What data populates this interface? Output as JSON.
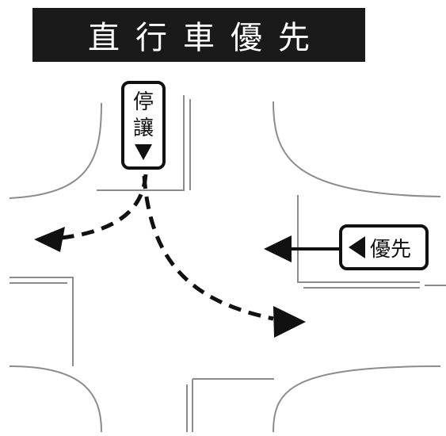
{
  "title": "直行車優先",
  "stop_yield_sign": {
    "line1": "停",
    "line2": "讓",
    "arrow_icon": "down-triangle-icon"
  },
  "priority_sign": {
    "text": "優先",
    "arrow_icon": "left-triangle-icon"
  },
  "colors": {
    "banner_bg": "#1a1a1a",
    "banner_text": "#ffffff",
    "road_edge": "#8c8c8c",
    "ink": "#111111"
  }
}
